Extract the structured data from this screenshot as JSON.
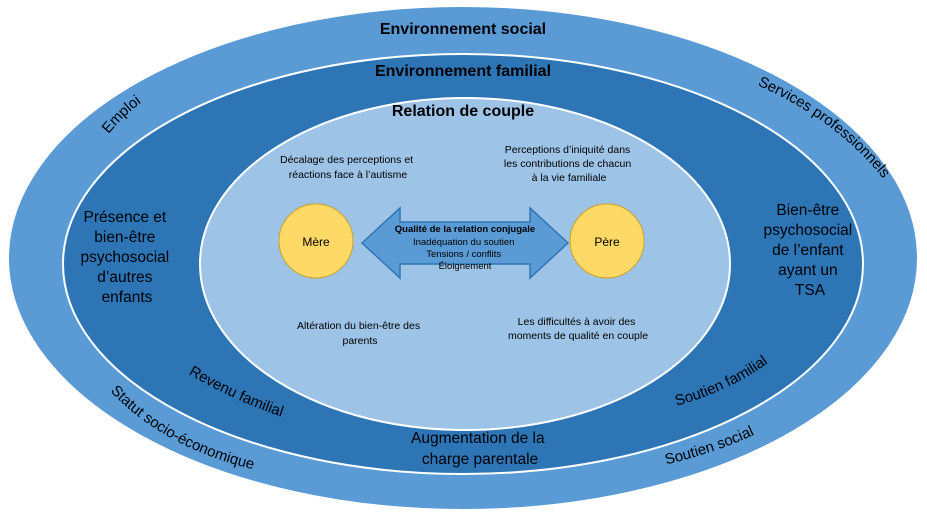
{
  "colors": {
    "outer_ring": "#5b9bd5",
    "middle_ring": "#2e75b6",
    "inner_ring": "#9dc3e6",
    "border": "#ffffff",
    "arrow": "#5b9bd5",
    "person_fill": "#ffd966",
    "person_stroke": "#c9a227"
  },
  "outer": {
    "title": "Environnement social",
    "labels": {
      "emploi": "Emploi",
      "services": "Services professionnels",
      "statut": "Statut socio-économique",
      "soutien_social": "Soutien social"
    }
  },
  "middle": {
    "title": "Environnement familial",
    "labels": {
      "revenu": "Revenu familial",
      "soutien_familial": "Soutien familial"
    },
    "left_box": [
      "Présence et",
      "bien-être",
      "psychosocial",
      "d’autres",
      "enfants"
    ],
    "right_box": [
      "Bien-être",
      "psychosocial",
      "de l’enfant",
      "ayant un",
      "TSA"
    ],
    "bottom": [
      "Augmentation de la",
      "charge parentale"
    ]
  },
  "inner": {
    "title": "Relation de couple",
    "note_top_left": [
      "Décalage des perceptions et",
      "réactions face à l’autisme"
    ],
    "note_top_right": [
      "Perceptions d’iniquité dans",
      "les contributions de chacun",
      "à la vie familiale"
    ],
    "note_bottom_left": [
      "Altération du bien-être des",
      "parents"
    ],
    "note_bottom_right": [
      "Les difficultés à avoir des",
      "moments de qualité en couple"
    ]
  },
  "persons": {
    "mother": "Mère",
    "father": "Père"
  },
  "arrow": {
    "title": "Qualité de la relation conjugale",
    "items": [
      "Inadéquation du soutien",
      "Tensions / conflits",
      "Éloignement"
    ]
  }
}
